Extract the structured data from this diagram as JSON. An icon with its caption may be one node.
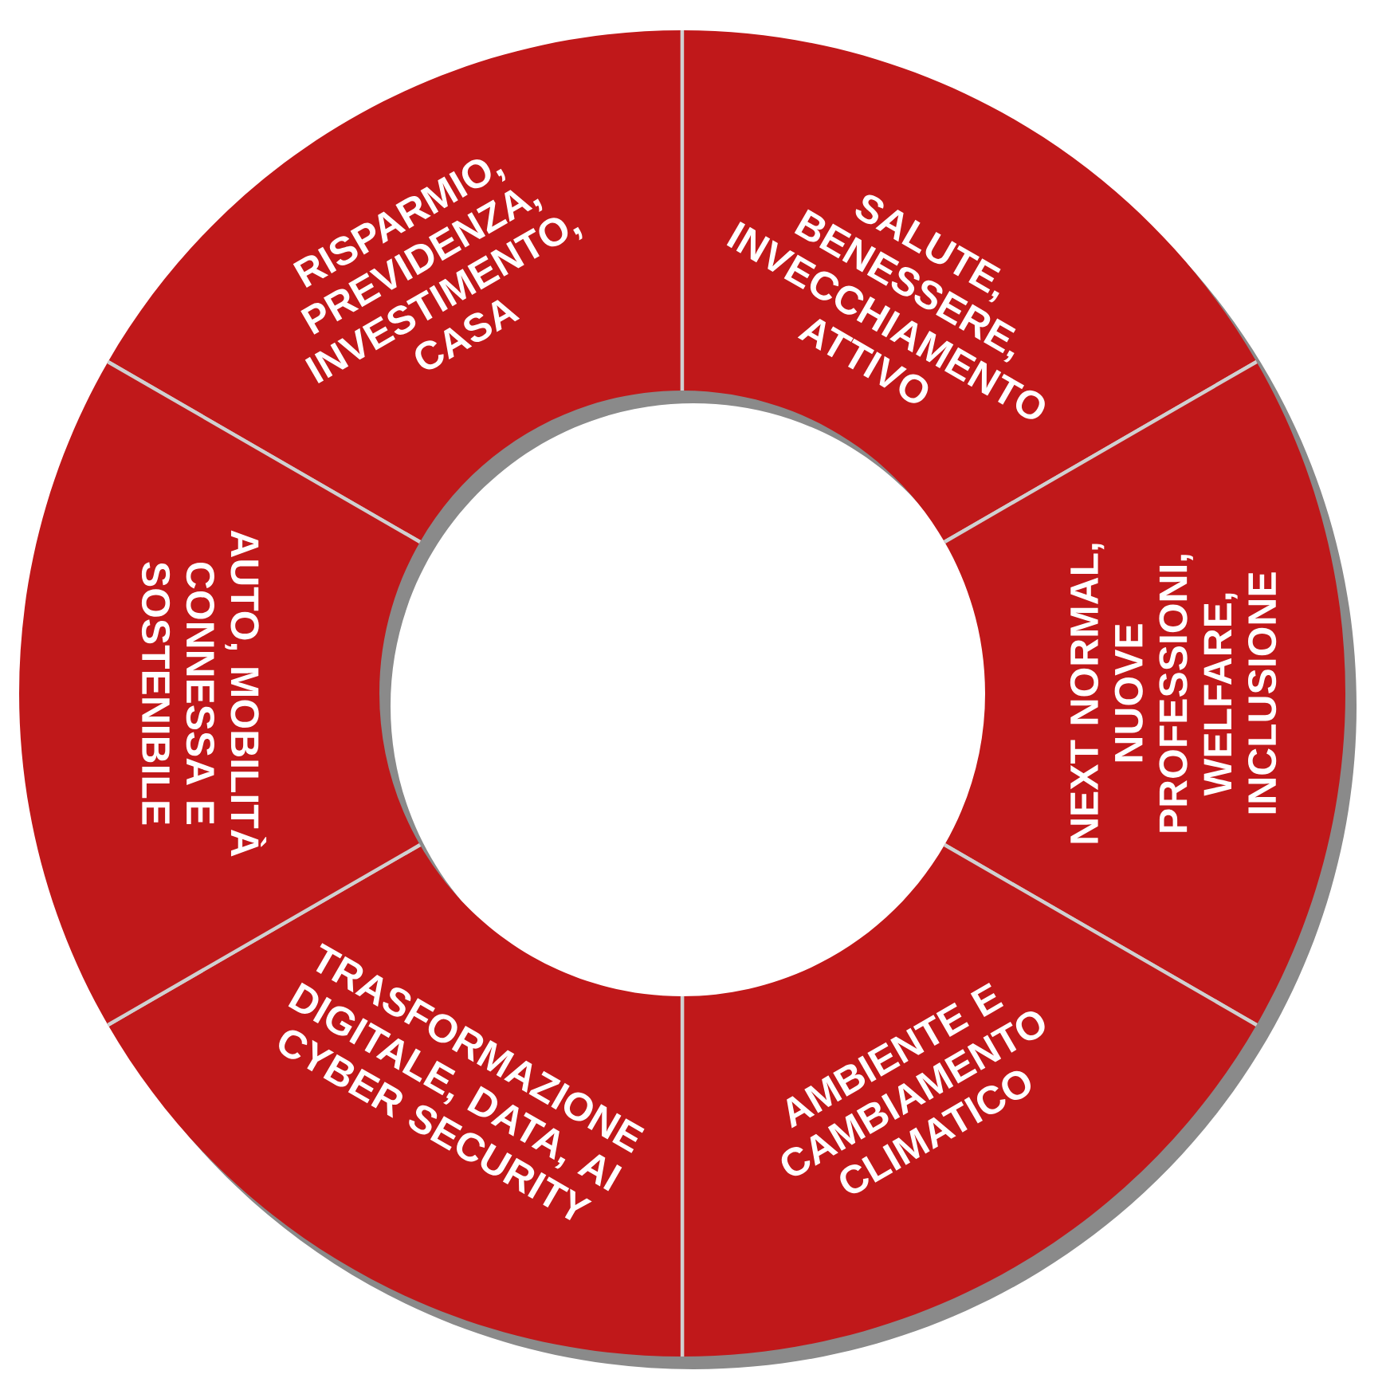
{
  "diagram": {
    "nodes": [
      {
        "text": [
          "RISPARMIO, PREVIDENZA, INVESTIMENTO, CASA"
        ]
      },
      {
        "text": [
          "SALUTE, BENESSERE, INVECCHIAMENTO ATTIVO"
        ]
      },
      {
        "text": [
          "NEXT NORMAL, NUOVE PROFESSIONI, WELFARE, INCLUSIONE"
        ]
      },
      {
        "text": [
          "AMBIENTE E CAMBIAMENTO CLIMATICO"
        ]
      },
      {
        "text": [
          "TRASFORMAZIONE DIGITALE, DATA, AI CYBER SECURITY"
        ]
      },
      {
        "text": [
          "AUTO, MOBILITÀ CONNESSA E SOSTENIBILE"
        ]
      }
    ]
  }
}
